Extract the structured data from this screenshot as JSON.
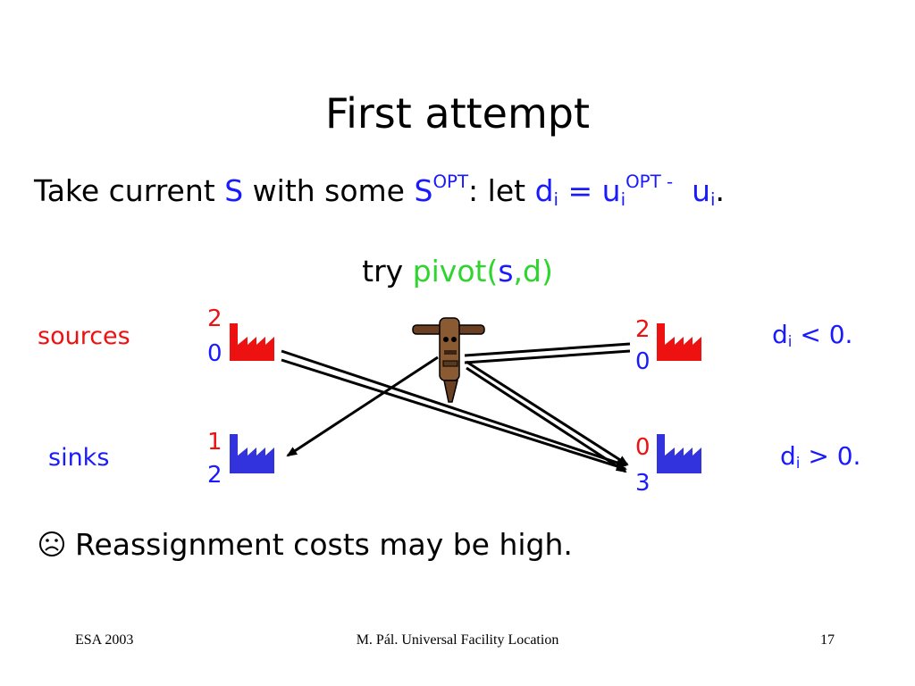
{
  "slide": {
    "title": "First attempt",
    "line1": {
      "take_current": "Take current",
      "S": "S",
      "with_some": "with some",
      "S2": "S",
      "opt_sup": "OPT",
      "colon_let": ": let",
      "d": "d",
      "i_sub": "i",
      "eq_u": "= u",
      "i_sub2": "i",
      "opt_minus_sup": "OPT -",
      "u": "u",
      "i_sub3": "i",
      "period": "."
    },
    "line2": {
      "try": "try",
      "pivot_open": "pivot(",
      "s": "s",
      "comma_d": ",d",
      "close": ")"
    },
    "diagram": {
      "sources_label": "sources",
      "sinks_label": "sinks",
      "src_left": {
        "top": "2",
        "bottom": "0"
      },
      "src_right": {
        "top": "2",
        "bottom": "0"
      },
      "sink_left": {
        "top": "1",
        "bottom": "2"
      },
      "sink_right": {
        "top": "0",
        "bottom": "3"
      },
      "cond_sources": {
        "d": "d",
        "i": "i",
        "rest": "< 0."
      },
      "cond_sinks": {
        "d": "d",
        "i": "i",
        "rest": "> 0."
      },
      "source_color": "#ee1111",
      "sink_color": "#3333dd"
    },
    "bullet": {
      "icon": "frown-face-icon",
      "text": "Reassignment costs may be high."
    }
  },
  "footer": {
    "left": "ESA 2003",
    "center": "M. Pál. Universal Facility Location",
    "page": "17"
  }
}
